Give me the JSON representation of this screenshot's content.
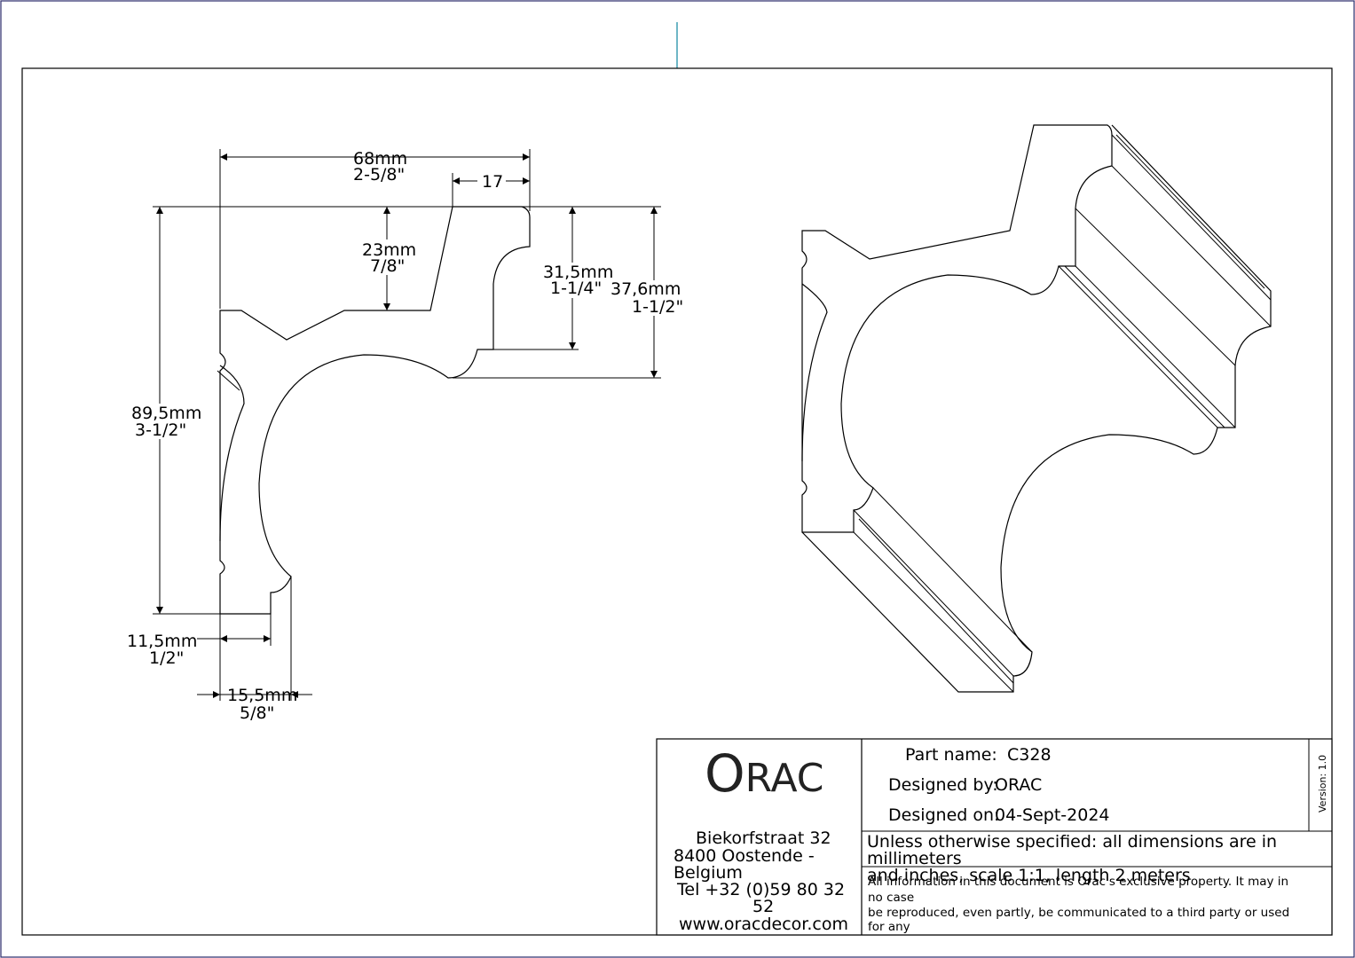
{
  "dimensions": {
    "width_total": {
      "mm": "68mm",
      "inch": "2-5/8\""
    },
    "width_top": {
      "mm": "17"
    },
    "depth_inner": {
      "mm": "23mm",
      "inch": "7/8\""
    },
    "drop_small": {
      "mm": "31,5mm",
      "inch": "1-1/4\""
    },
    "drop_large": {
      "mm": "37,6mm",
      "inch": "1-1/2\""
    },
    "height_total": {
      "mm": "89,5mm",
      "inch": "3-1/2\""
    },
    "foot_width": {
      "mm": "11,5mm",
      "inch": "1/2\""
    },
    "foot_offset": {
      "mm": "15,5mm",
      "inch": "5/8\""
    }
  },
  "title_block": {
    "logo_initial": "O",
    "logo_rest": "RAC",
    "address": {
      "street": "Biekorfstraat 32",
      "city": "8400 Oostende -",
      "country": "Belgium",
      "tel_line1": "Tel  +32 (0)59 80 32",
      "tel_line2": "52",
      "website": "www.oracdecor.com"
    },
    "part_name_label": "Part name:",
    "part_name_value": "C328",
    "designed_by_label": "Designed by:",
    "designed_by_value": "ORAC",
    "designed_on_label": "Designed on:",
    "designed_on_value": "04-Sept-2024",
    "version": "Version: 1.0",
    "spec_line1": "Unless otherwise specified: all dimensions are in",
    "spec_line2": "millimeters",
    "spec_line3": "and inches, scale 1:1, length 2 meters",
    "legal_line1": "All information in this document is Orac's exclusive property.  It may in",
    "legal_line2": "no case",
    "legal_line3": "be reproduced, even partly, be communicated to a third party or used",
    "legal_line4": "for any"
  }
}
